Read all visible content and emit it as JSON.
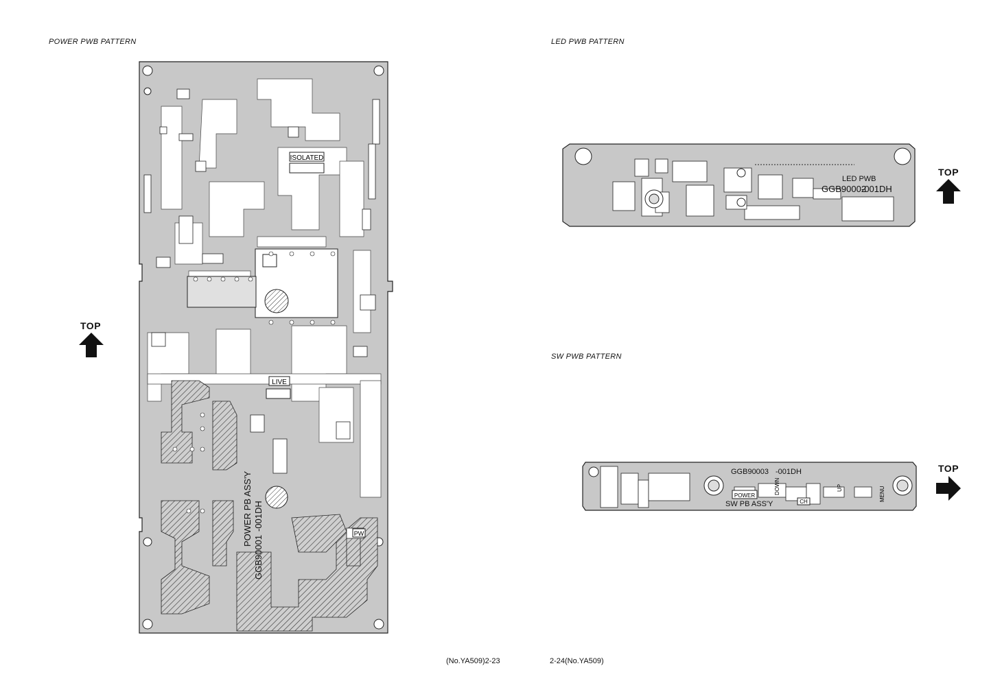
{
  "headings": {
    "power": "POWER PWB PATTERN",
    "led": "LED PWB PATTERN",
    "sw": "SW PWB PATTERN"
  },
  "top_label": "TOP",
  "power_board": {
    "isolated": "ISOLATED",
    "live": "LIVE",
    "assy_line1": "POWER PB ASS'Y",
    "assy_line2": "-001DH",
    "part_number": "GGB90001",
    "mark_pw": "PW"
  },
  "led_board": {
    "name": "LED PWB",
    "part_number": "GGB90002",
    "suffix": "-001DH"
  },
  "sw_board": {
    "part_number": "GGB90003",
    "suffix": "-001DH",
    "power": "POWER",
    "down": "DOWN",
    "up": "UP",
    "menu": "MENU",
    "ch": "CH",
    "assy": "SW PB ASS'Y"
  },
  "footer": {
    "left": "(No.YA509)2-23",
    "right": "2-24(No.YA509)"
  }
}
